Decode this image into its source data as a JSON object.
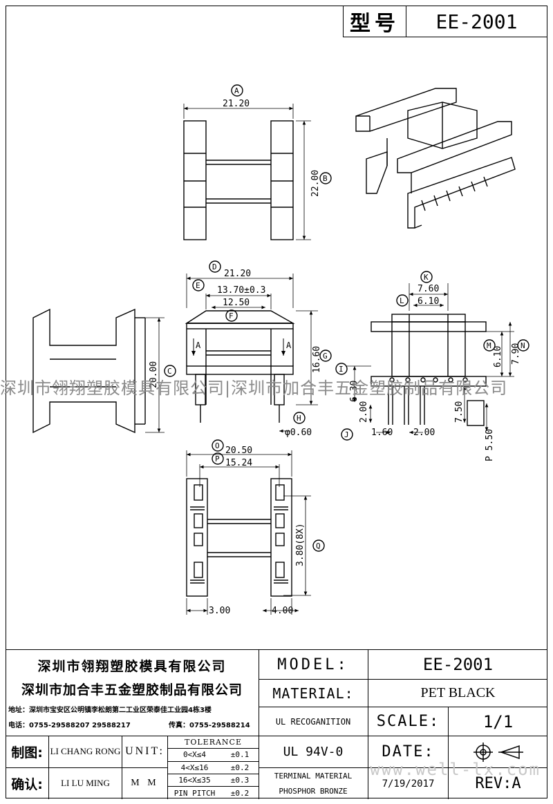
{
  "header": {
    "label": "型号",
    "value": "EE-2001"
  },
  "watermark": "深圳市翎翔塑胶模具有限公司|深圳市加合丰五金塑胶制品有限公司",
  "views": {
    "top": {
      "A": "A",
      "B": "B",
      "dim_21_20": "21.20",
      "dim_22_00": "22.00"
    },
    "front": {
      "D": "D",
      "E": "E",
      "F": "F",
      "G": "G",
      "H": "H",
      "dim_21_20": "21.20",
      "dim_13_70": "13.70±0.3",
      "dim_12_50": "12.50",
      "dim_16_60": "16.60",
      "dim_0_60": "φ0.60",
      "arrow_a": "A"
    },
    "side": {
      "C": "C",
      "dim_20_00": "20.00"
    },
    "right": {
      "K": "K",
      "L": "L",
      "M": "M",
      "N": "N",
      "I": "I",
      "J": "J",
      "dim_7_60": "7.60",
      "dim_6_10_top": "6.10",
      "dim_6_10": "6.10",
      "dim_7_90": "7.90",
      "dim_6_30": "6.30",
      "dim_2_00_v": "2.00",
      "dim_1_60": "1.60",
      "dim_2_00_h": "2.00",
      "dim_7_50": "7.50",
      "dim_p5_50": "P 5.50"
    },
    "bottom": {
      "O": "O",
      "P": "P",
      "Q": "Q",
      "dim_20_50": "20.50",
      "dim_15_24": "15.24",
      "dim_3_80": "3.80(8X)",
      "dim_3_00": "3.00",
      "dim_4_00": "4.00"
    }
  },
  "title_block": {
    "company1": "深圳市翎翔塑胶模具有限公司",
    "company2": "深圳市加合丰五金塑胶制品有限公司",
    "address": "地址：深圳市宝安区公明镇李松朗第二工业区荣泰佳工业园4栋3楼",
    "tel": "电话：0755-29588207  29588217",
    "fax": "传真：0755-29588214",
    "model_label": "MODEL:",
    "model_value": "EE-2001",
    "material_label": "MATERIAL:",
    "material_value": "PET BLACK",
    "ul_label": "UL RECOGANITION",
    "ul_value": "UL 94V-0",
    "scale_label": "SCALE:",
    "scale_value": "1/1",
    "date_label": "DATE:",
    "date_value": "7/19/2017",
    "terminal_label_1": "TERMINAL MATERIAL",
    "terminal_label_2": "PHOSPHOR  BRONZE",
    "rev": "REV:A",
    "drawn_label": "制图:",
    "drawn_name": "LI CHANG RONG",
    "check_label": "确认:",
    "check_name": "LI LU MING",
    "unit_label": "UNIT:",
    "unit_value": "M M",
    "tolerance_title": "TOLERANCE",
    "tol_1_range": "0<X≤4",
    "tol_1_val": "±0.1",
    "tol_2_range": "4<X≤16",
    "tol_2_val": "±0.2",
    "tol_3_range": "16<X≤35",
    "tol_3_val": "±0.3",
    "tol_4_range": "PIN PITCH",
    "tol_4_val": "±0.2"
  },
  "site_watermark": "www.well-lx.com"
}
